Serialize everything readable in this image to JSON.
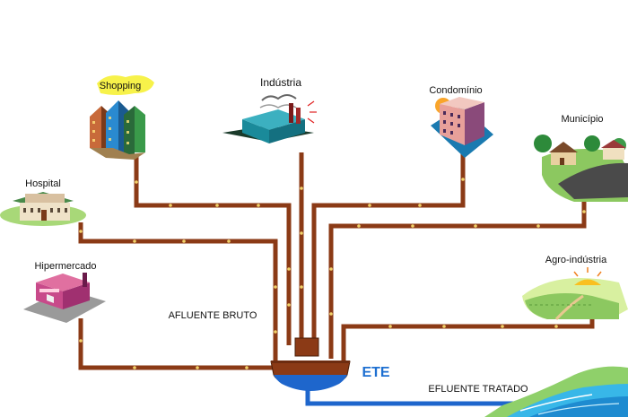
{
  "facilities": {
    "shopping": "Shopping",
    "industria": "Indústria",
    "condominio": "Condomínio",
    "municipio": "Município",
    "hospital": "Hospital",
    "agroindustria": "Agro-indústria",
    "hipermercado": "Hipermercado"
  },
  "flows": {
    "afluente": "AFLUENTE BRUTO",
    "efluente": "EFLUENTE TRATADO"
  },
  "plant": {
    "label": "ETE"
  },
  "colors": {
    "pipe": "#8b3a16",
    "tank": "#8b3a16",
    "treated": "#1e66cc",
    "label_ete": "#1d6fd1"
  }
}
